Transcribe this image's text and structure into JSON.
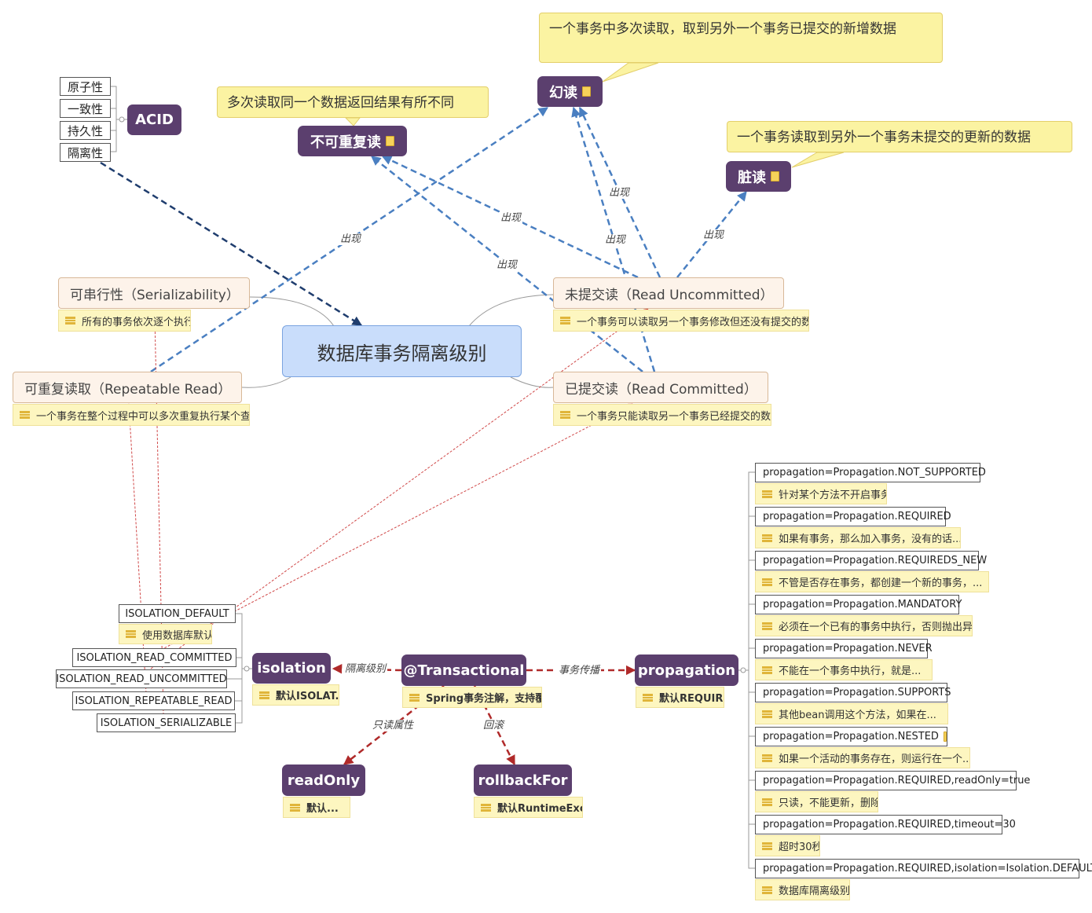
{
  "center": {
    "title": "数据库事务隔离级别"
  },
  "acid": {
    "label": "ACID",
    "items": [
      "原子性",
      "一致性",
      "持久性",
      "隔离性"
    ]
  },
  "phenomena": {
    "nonrepeatable": {
      "label": "不可重复读",
      "callout": "多次读取同一个数据返回结果有所不同"
    },
    "phantom": {
      "label": "幻读",
      "callout": "一个事务中多次读取，取到另外一个事务已提交的新增数据"
    },
    "dirty": {
      "label": "脏读",
      "callout": "一个事务读取到另外一个事务未提交的更新的数据"
    }
  },
  "levels": {
    "serializable": {
      "label": "可串行性（Serializability）",
      "note": "所有的事务依次逐个执行"
    },
    "repeatable": {
      "label": "可重复读取（Repeatable Read）",
      "note": "一个事务在整个过程中可以多次重复执行某个查询"
    },
    "uncommitted": {
      "label": "未提交读（Read Uncommitted）",
      "note": "一个事务可以读取另一个事务修改但还没有提交的数据"
    },
    "committed": {
      "label": "已提交读（Read Committed）",
      "note": "一个事务只能读取另一个事务已经提交的数据"
    }
  },
  "edge_labels": {
    "appear": "出现",
    "isolation": "隔离级别",
    "propagation": "事务传播",
    "readonly": "只读属性",
    "rollback": "回滚"
  },
  "transactional": {
    "label": "@Transactional",
    "note": "Spring事务注解，支持覆盖"
  },
  "isolation": {
    "label": "isolation",
    "note": "默认ISOLAT...",
    "default_note": "使用数据库默认",
    "options": [
      "ISOLATION_DEFAULT",
      "ISOLATION_READ_COMMITTED",
      "ISOLATION_READ_UNCOMMITTED",
      "ISOLATION_REPEATABLE_READ",
      "ISOLATION_SERIALIZABLE"
    ]
  },
  "readonly": {
    "label": "readOnly",
    "note": "默认..."
  },
  "rollback": {
    "label": "rollbackFor",
    "note": "默认RuntimeExc..."
  },
  "propagation": {
    "label": "propagation",
    "note": "默认REQUIRED",
    "items": [
      {
        "label": "propagation=Propagation.NOT_SUPPORTED",
        "note": "针对某个方法不开启事务"
      },
      {
        "label": "propagation=Propagation.REQUIRED",
        "note": "如果有事务，那么加入事务，没有的话..."
      },
      {
        "label": "propagation=Propagation.REQUIREDS_NEW",
        "note": "不管是否存在事务，都创建一个新的事务，..."
      },
      {
        "label": "propagation=Propagation.MANDATORY",
        "note": "必须在一个已有的事务中执行，否则抛出异常"
      },
      {
        "label": "propagation=Propagation.NEVER",
        "note": "不能在一个事务中执行，就是..."
      },
      {
        "label": "propagation=Propagation.SUPPORTS",
        "note": "其他bean调用这个方法，如果在..."
      },
      {
        "label": "propagation=Propagation.NESTED",
        "note": "如果一个活动的事务存在，则运行在一个..."
      },
      {
        "label": "propagation=Propagation.REQUIRED,readOnly=true",
        "note": "只读，不能更新，删除"
      },
      {
        "label": "propagation=Propagation.REQUIRED,timeout=30",
        "note": "超时30秒"
      },
      {
        "label": "propagation=Propagation.REQUIRED,isolation=Isolation.DEFAULT",
        "note": "数据库隔离级别"
      }
    ]
  },
  "colors": {
    "topic": "#5b3f6e",
    "center": "#c9ddfb",
    "blue_dash": "#4a7fc1",
    "navy_dash": "#1f3d6e",
    "red_dash": "#b02a2a",
    "thin_red": "#d04848",
    "callout": "#fbf3a2"
  }
}
